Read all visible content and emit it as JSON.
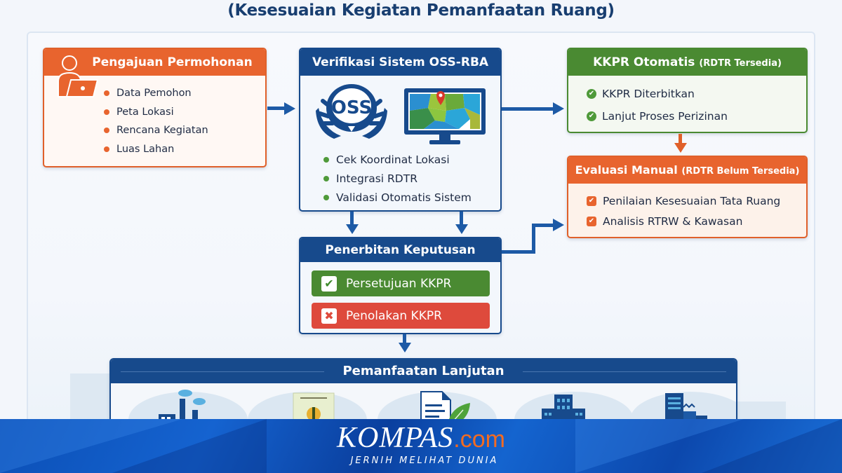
{
  "header": {
    "title": "(Kesesuaian Kegiatan Pemanfaatan Ruang)"
  },
  "steps": {
    "application": {
      "title": "Pengajuan Permohonan",
      "icon": "person-laptop-icon",
      "items": [
        "Data Pemohon",
        "Peta Lokasi",
        "Rencana Kegiatan",
        "Luas Lahan"
      ],
      "color": "#e8642e"
    },
    "verification": {
      "title": "Verifikasi Sistem OSS-RBA",
      "logo_text": "OSS",
      "icons": [
        "oss-logo-icon",
        "map-monitor-icon"
      ],
      "items": [
        "Cek Koordinat Lokasi",
        "Integrasi RDTR",
        "Validasi Otomatis Sistem"
      ],
      "color": "#174a8c"
    },
    "automatic": {
      "title": "KKPR Otomatis",
      "subtitle": "(RDTR Tersedia)",
      "items": [
        "KKPR Diterbitkan",
        "Lanjut Proses Perizinan"
      ],
      "color": "#4a8a32"
    },
    "manual": {
      "title": "Evaluasi Manual",
      "subtitle": "(RDTR Belum Tersedia)",
      "items": [
        "Penilaian Kesesuaian Tata Ruang",
        "Analisis RTRW & Kawasan"
      ],
      "color": "#e8642e"
    },
    "decision": {
      "title": "Penerbitan Keputusan",
      "approve": {
        "label": "Persetujuan KKPR",
        "icon": "check",
        "glyph": "✔",
        "color": "#4a8a32"
      },
      "reject": {
        "label": "Penolakan KKPR",
        "icon": "x",
        "glyph": "✖",
        "color": "#de4a3c"
      }
    },
    "followup": {
      "title": "Pemanfaatan Lanjutan",
      "icons": [
        "factory-icon",
        "certificate-icon",
        "document-leaf-icon",
        "office-buildings-icon",
        "industrial-building-icon"
      ]
    }
  },
  "footer": {
    "brand": "KOMPAS",
    "brand_suffix": ".com",
    "tagline": "JERNIH MELIHAT DUNIA",
    "brand_color": "#f26b22"
  }
}
